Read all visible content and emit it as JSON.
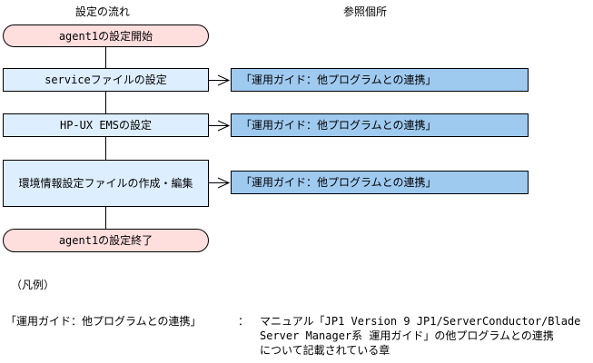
{
  "headers": {
    "flow": "設定の流れ",
    "reference": "参照個所"
  },
  "flow": {
    "start": "agent1の設定開始",
    "steps": [
      "serviceファイルの設定",
      "HP-UX EMSの設定",
      "環境情報設定ファイルの作成・編集"
    ],
    "end": "agent1の設定終了"
  },
  "references": [
    "「運用ガイド：他プログラムとの連携」",
    "「運用ガイド：他プログラムとの連携」",
    "「運用ガイド：他プログラムとの連携」"
  ],
  "legend": {
    "title": "（凡例）",
    "term": "「運用ガイド：他プログラムとの連携」",
    "separator": "：",
    "description_lines": [
      "マニュアル「JP1 Version 9 JP1/ServerConductor/Blade",
      "Server Manager系 運用ガイド」の他プログラムとの連携",
      "について記載されている章"
    ]
  },
  "colors": {
    "terminal_fill": "#ffdede",
    "step_fill": "#ddeefe",
    "reference_fill": "#9fcaf0",
    "line": "#000000"
  }
}
